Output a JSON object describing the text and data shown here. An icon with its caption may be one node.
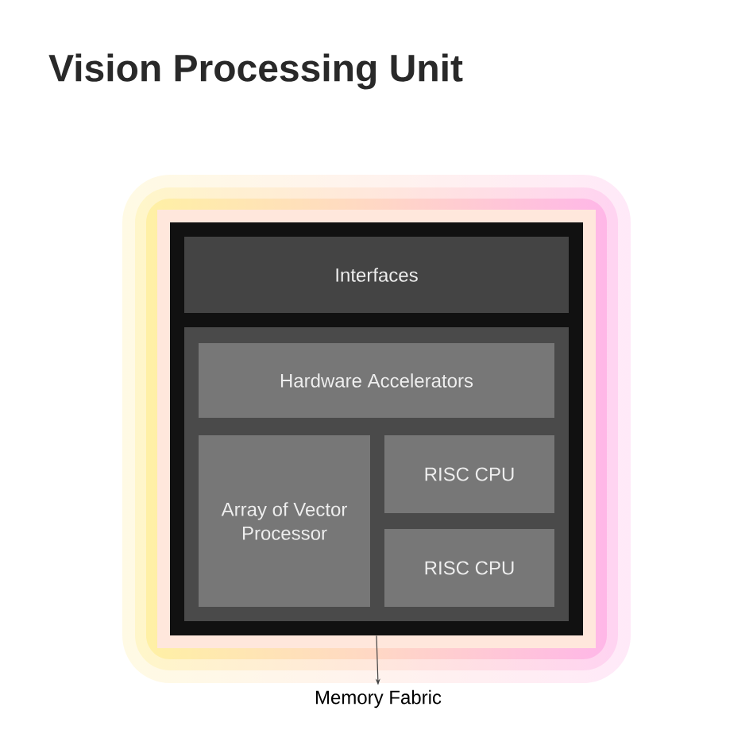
{
  "diagram": {
    "title": "Vision Processing Unit",
    "nodes": [
      {
        "text": [],
        "shape": "box"
      },
      {
        "text": [
          "Interfaces"
        ],
        "in": 0
      },
      {
        "text": [],
        "shape": "box",
        "in": 0
      },
      {
        "text": [
          "Hardware Accelerators"
        ],
        "in": 2
      },
      {
        "text": [
          "Array of Vector Processor"
        ],
        "in": 2
      },
      {
        "text": [
          "RISC CPU"
        ],
        "in": 2
      },
      {
        "text": [
          "RISC CPU"
        ],
        "in": 2
      },
      {
        "text": [
          "Memory Fabric"
        ]
      }
    ],
    "edges": [
      {
        "from": 0,
        "to": 7,
        "arrow": "to"
      }
    ]
  }
}
